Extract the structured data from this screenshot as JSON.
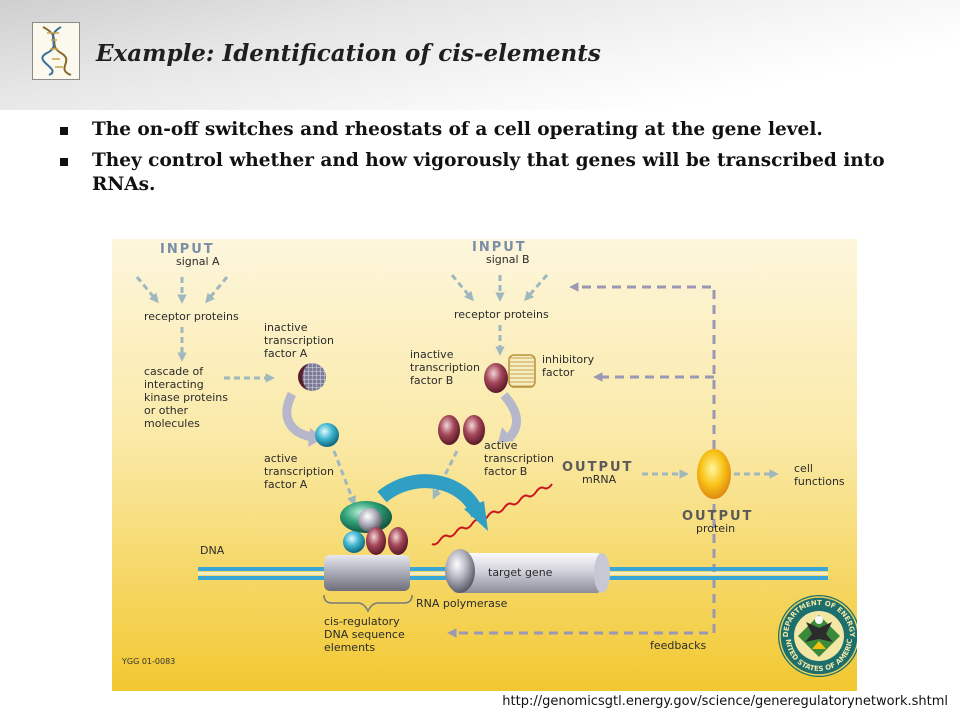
{
  "slide": {
    "title": "Example: Identification of cis-elements",
    "bullets": [
      "The on-off switches and rheostats of a cell operating at the gene level.",
      "They control whether and how vigorously that genes will be transcribed into RNAs."
    ],
    "source_url": "http://genomicsgtl.energy.gov/science/generegulatorynetwork.shtml"
  },
  "diagram": {
    "input_a": {
      "title": "INPUT",
      "signal": "signal A"
    },
    "input_b": {
      "title": "INPUT",
      "signal": "signal B"
    },
    "receptor_a": "receptor proteins",
    "receptor_b": "receptor proteins",
    "cascade": [
      "cascade of",
      "interacting",
      "kinase proteins",
      "or other",
      "molecules"
    ],
    "inactive_a": [
      "inactive",
      "transcription",
      "factor A"
    ],
    "active_a": [
      "active",
      "transcription",
      "factor A"
    ],
    "inactive_b": [
      "inactive",
      "transcription",
      "factor B"
    ],
    "active_b": [
      "active",
      "transcription",
      "factor B"
    ],
    "inhibitory": [
      "inhibitory",
      "factor"
    ],
    "output_mrna": {
      "title": "OUTPUT",
      "label": "mRNA"
    },
    "output_protein": {
      "title": "OUTPUT",
      "label": "protein"
    },
    "cell_functions": [
      "cell",
      "functions"
    ],
    "dna": "DNA",
    "target_gene": "target gene",
    "rna_polymerase": "RNA polymerase",
    "cis_regulatory": [
      "cis-regulatory",
      "DNA sequence",
      "elements"
    ],
    "feedbacks": "feedbacks",
    "code": "YGG 01-0083",
    "seal": {
      "top": "DEPARTMENT OF ENERGY",
      "bottom": "UNITED STATES OF AMERICA"
    }
  },
  "colors": {
    "diagram_top": "#fdf6dc",
    "diagram_bottom": "#f2c830",
    "arrow": "#9fb7be",
    "dashed": "#9b98b6"
  }
}
